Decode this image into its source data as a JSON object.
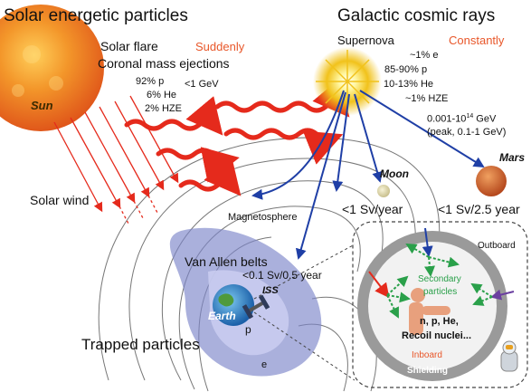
{
  "sep": {
    "title": "Solar energetic particles",
    "flare": "Solar flare",
    "cme": "Coronal mass ejections",
    "timing": "Suddenly",
    "comp": [
      "92% p",
      "6% He",
      "2% HZE"
    ],
    "energy": "<1 GeV",
    "sun": "Sun",
    "wind": "Solar wind"
  },
  "gcr": {
    "title": "Galactic cosmic rays",
    "source": "Supernova",
    "timing": "Constantly",
    "comp": [
      "~1% e",
      "85-90% p",
      "10-13% He",
      "~1% HZE"
    ],
    "energy_pre": "0.001-10",
    "energy_exp": "14",
    "energy_unit": " GeV",
    "peak": "(peak, 0.1-1 GeV)"
  },
  "bodies": {
    "moon": "Moon",
    "mars": "Mars",
    "moon_dose": "<1 Sv/year",
    "mars_dose": "<1 Sv/2.5 year"
  },
  "earth": {
    "magnetosphere": "Magnetosphere",
    "belts": "Van Allen belts",
    "iss_dose": "<0.1 Sv/0.5 year",
    "iss": "ISS",
    "earth": "Earth",
    "p": "p",
    "e": "e",
    "trapped": "Trapped particles"
  },
  "inset": {
    "outboard": "Outboard",
    "secondary": [
      "Secondary",
      "particles"
    ],
    "products": [
      "n, p, He,",
      "Recoil nuclei..."
    ],
    "inboard": "Inboard",
    "shielding": "Shielding"
  },
  "colors": {
    "sep_title": "#222222",
    "timing": "#e8572a",
    "wave": "#e52a1c",
    "arrow_blue": "#1f3fa6",
    "secondary": "#2aa04a",
    "inboard": "#e8572a",
    "shielding": "#8a8a8a",
    "belt": "#7d86c9"
  }
}
